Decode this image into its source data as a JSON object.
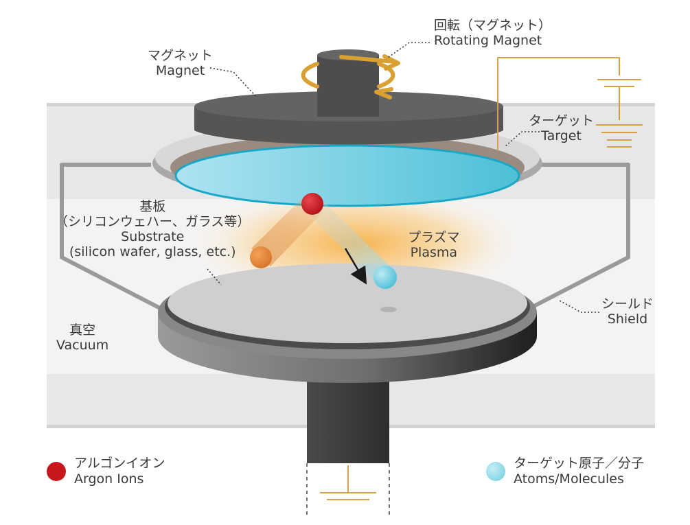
{
  "labels": {
    "rotating_magnet": {
      "jp": "回転（マグネット）",
      "en": "Rotating Magnet"
    },
    "magnet": {
      "jp": "マグネット",
      "en": "Magnet"
    },
    "target": {
      "jp": "ターゲット",
      "en": "Target"
    },
    "substrate": {
      "jp1": "基板",
      "jp2": "（シリコンウェハー、ガラス等）",
      "en1": "Substrate",
      "en2": "(silicon wafer, glass, etc.)"
    },
    "plasma": {
      "jp": "プラズマ",
      "en": "Plasma"
    },
    "shield": {
      "jp": "シールド",
      "en": "Shield"
    },
    "vacuum": {
      "jp": "真空",
      "en": "Vacuum"
    }
  },
  "legend": {
    "argon": {
      "jp": "アルゴンイオン",
      "en": "Argon Ions",
      "color": "#c8161d"
    },
    "atoms": {
      "jp": "ターゲット原子／分子",
      "en": "Atoms/Molecules",
      "color": "#6ccde0"
    }
  },
  "colors": {
    "chamber": "#e6e7e8",
    "wiring": "#d4a04c",
    "shield": "#9a9a9a",
    "target_face": "#7fd1e6",
    "magnet": "#555555"
  }
}
